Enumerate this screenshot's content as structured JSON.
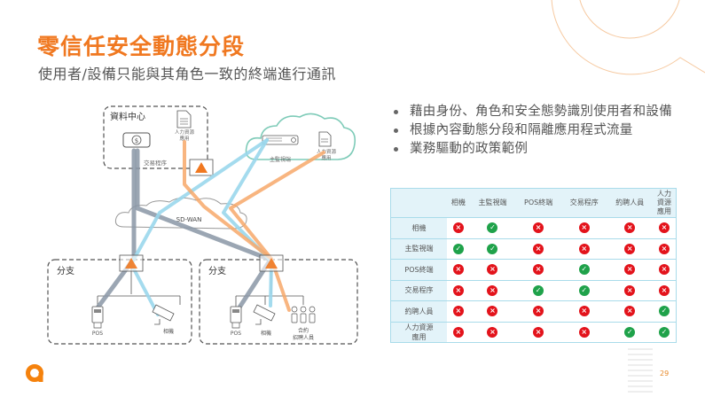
{
  "slide": {
    "title": "零信任安全動態分段",
    "subtitle": "使用者/設備只能與其角色一致的終端進行通訊",
    "page_number": "29",
    "accent_color": "#f07820"
  },
  "bullets": [
    "藉由身份、角色和安全態勢識別使用者和設備",
    "根據內容動態分段和隔離應用程式流量",
    "業務驅動的政策範例"
  ],
  "diagram": {
    "datacenter_label": "資料中心",
    "dc_hr_app_label_1": "人力資源",
    "dc_hr_app_label_2": "應用",
    "transaction_label": "交易程序",
    "cloud_monitor_label": "主監視端",
    "cloud_hr_app_label_1": "人力資源",
    "cloud_hr_app_label_2": "應用",
    "sdwan_label": "SD-WAN",
    "branch1_label": "分支",
    "branch2_label": "分支",
    "pos_label_1": "POS",
    "camera_label_1": "相機",
    "pos_label_2": "POS",
    "camera_label_2": "相機",
    "contractor_label_1": "合約",
    "contractor_label_2": "招聘人員",
    "icons": [
      "dollar-server-icon",
      "document-icon",
      "firewall-triangle-icon",
      "cloud-icon",
      "dvr-icon",
      "pos-terminal-icon",
      "security-camera-icon",
      "people-icon"
    ]
  },
  "policy_table": {
    "columns": [
      "相機",
      "主監視端",
      "POS終端",
      "交易程序",
      "約聘人員",
      "人力資源應用"
    ],
    "column_header_lines": [
      [
        "相機"
      ],
      [
        "主監視端"
      ],
      [
        "POS終端"
      ],
      [
        "交易程序"
      ],
      [
        "約聘人員"
      ],
      [
        "人力",
        "資源",
        "應用"
      ]
    ],
    "rows": [
      {
        "label": [
          "相機"
        ],
        "cells": [
          "deny",
          "allow",
          "deny",
          "deny",
          "deny",
          "deny"
        ]
      },
      {
        "label": [
          "主監視端"
        ],
        "cells": [
          "allow",
          "allow",
          "deny",
          "deny",
          "deny",
          "deny"
        ]
      },
      {
        "label": [
          "POS終端"
        ],
        "cells": [
          "deny",
          "deny",
          "deny",
          "allow",
          "deny",
          "deny"
        ]
      },
      {
        "label": [
          "交易程序"
        ],
        "cells": [
          "deny",
          "deny",
          "allow",
          "allow",
          "deny",
          "deny"
        ]
      },
      {
        "label": [
          "約聘人員"
        ],
        "cells": [
          "deny",
          "deny",
          "deny",
          "deny",
          "deny",
          "allow"
        ]
      },
      {
        "label": [
          "人力資源",
          "應用"
        ],
        "cells": [
          "deny",
          "deny",
          "deny",
          "deny",
          "allow",
          "allow"
        ]
      }
    ],
    "allow_symbol": "✓",
    "deny_symbol": "×",
    "allow_color": "#1fa24a",
    "deny_color": "#e3131b"
  }
}
